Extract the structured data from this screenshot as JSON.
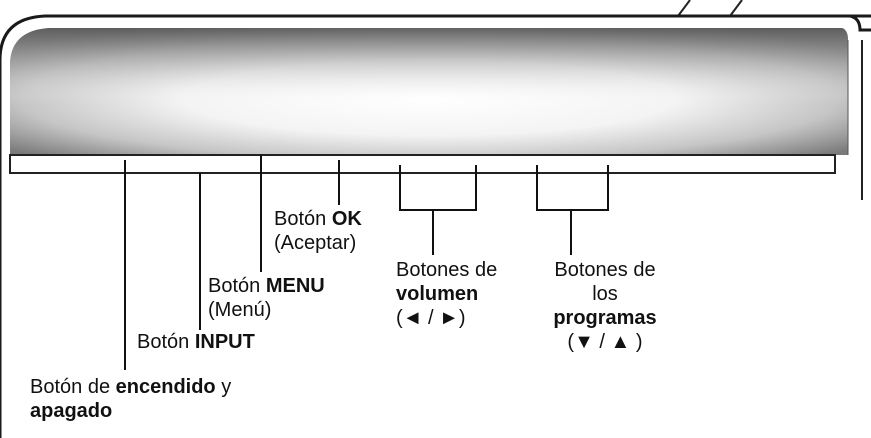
{
  "callouts": {
    "power": {
      "prefix": "Botón de",
      "bold1": "encendido",
      "suffix": "y",
      "bold2": "apagado"
    },
    "input": {
      "prefix": "Botón",
      "bold": "INPUT"
    },
    "menu": {
      "prefix": "Botón",
      "bold": "MENU",
      "sub": "(Menú)"
    },
    "ok": {
      "prefix": "Botón",
      "bold": "OK",
      "sub": "(Aceptar)"
    },
    "volume": {
      "line1": "Botones de",
      "bold": "volumen",
      "symbols": "(◄ / ►)"
    },
    "programs": {
      "line1": "Botones de",
      "line2": "los",
      "bold": "programas",
      "symbols": "(▼ / ▲ )"
    }
  }
}
